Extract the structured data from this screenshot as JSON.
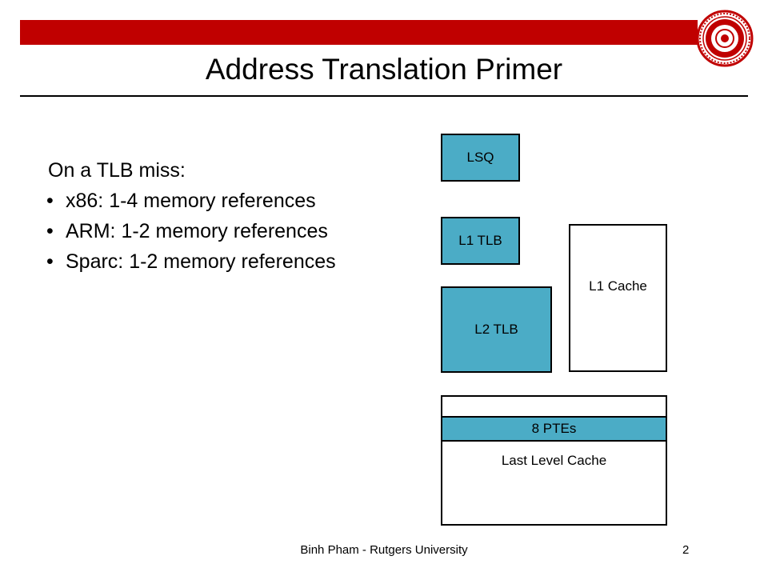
{
  "header": {
    "accent_color": "#c00000"
  },
  "slide": {
    "title": "Address Translation Primer",
    "body_heading": "On a TLB miss:",
    "bullets": [
      "x86: 1-4 memory references",
      "ARM: 1-2 memory references",
      "Sparc: 1-2 memory references"
    ]
  },
  "diagram": {
    "fill_color": "#4bacc6",
    "lsq": "LSQ",
    "l1_tlb": "L1 TLB",
    "l2_tlb": "L2 TLB",
    "l1_cache": "L1 Cache",
    "ptes": "8 PTEs",
    "last_level_cache": "Last Level Cache"
  },
  "footer": {
    "text": "Binh Pham - Rutgers University",
    "page_number": "2"
  }
}
